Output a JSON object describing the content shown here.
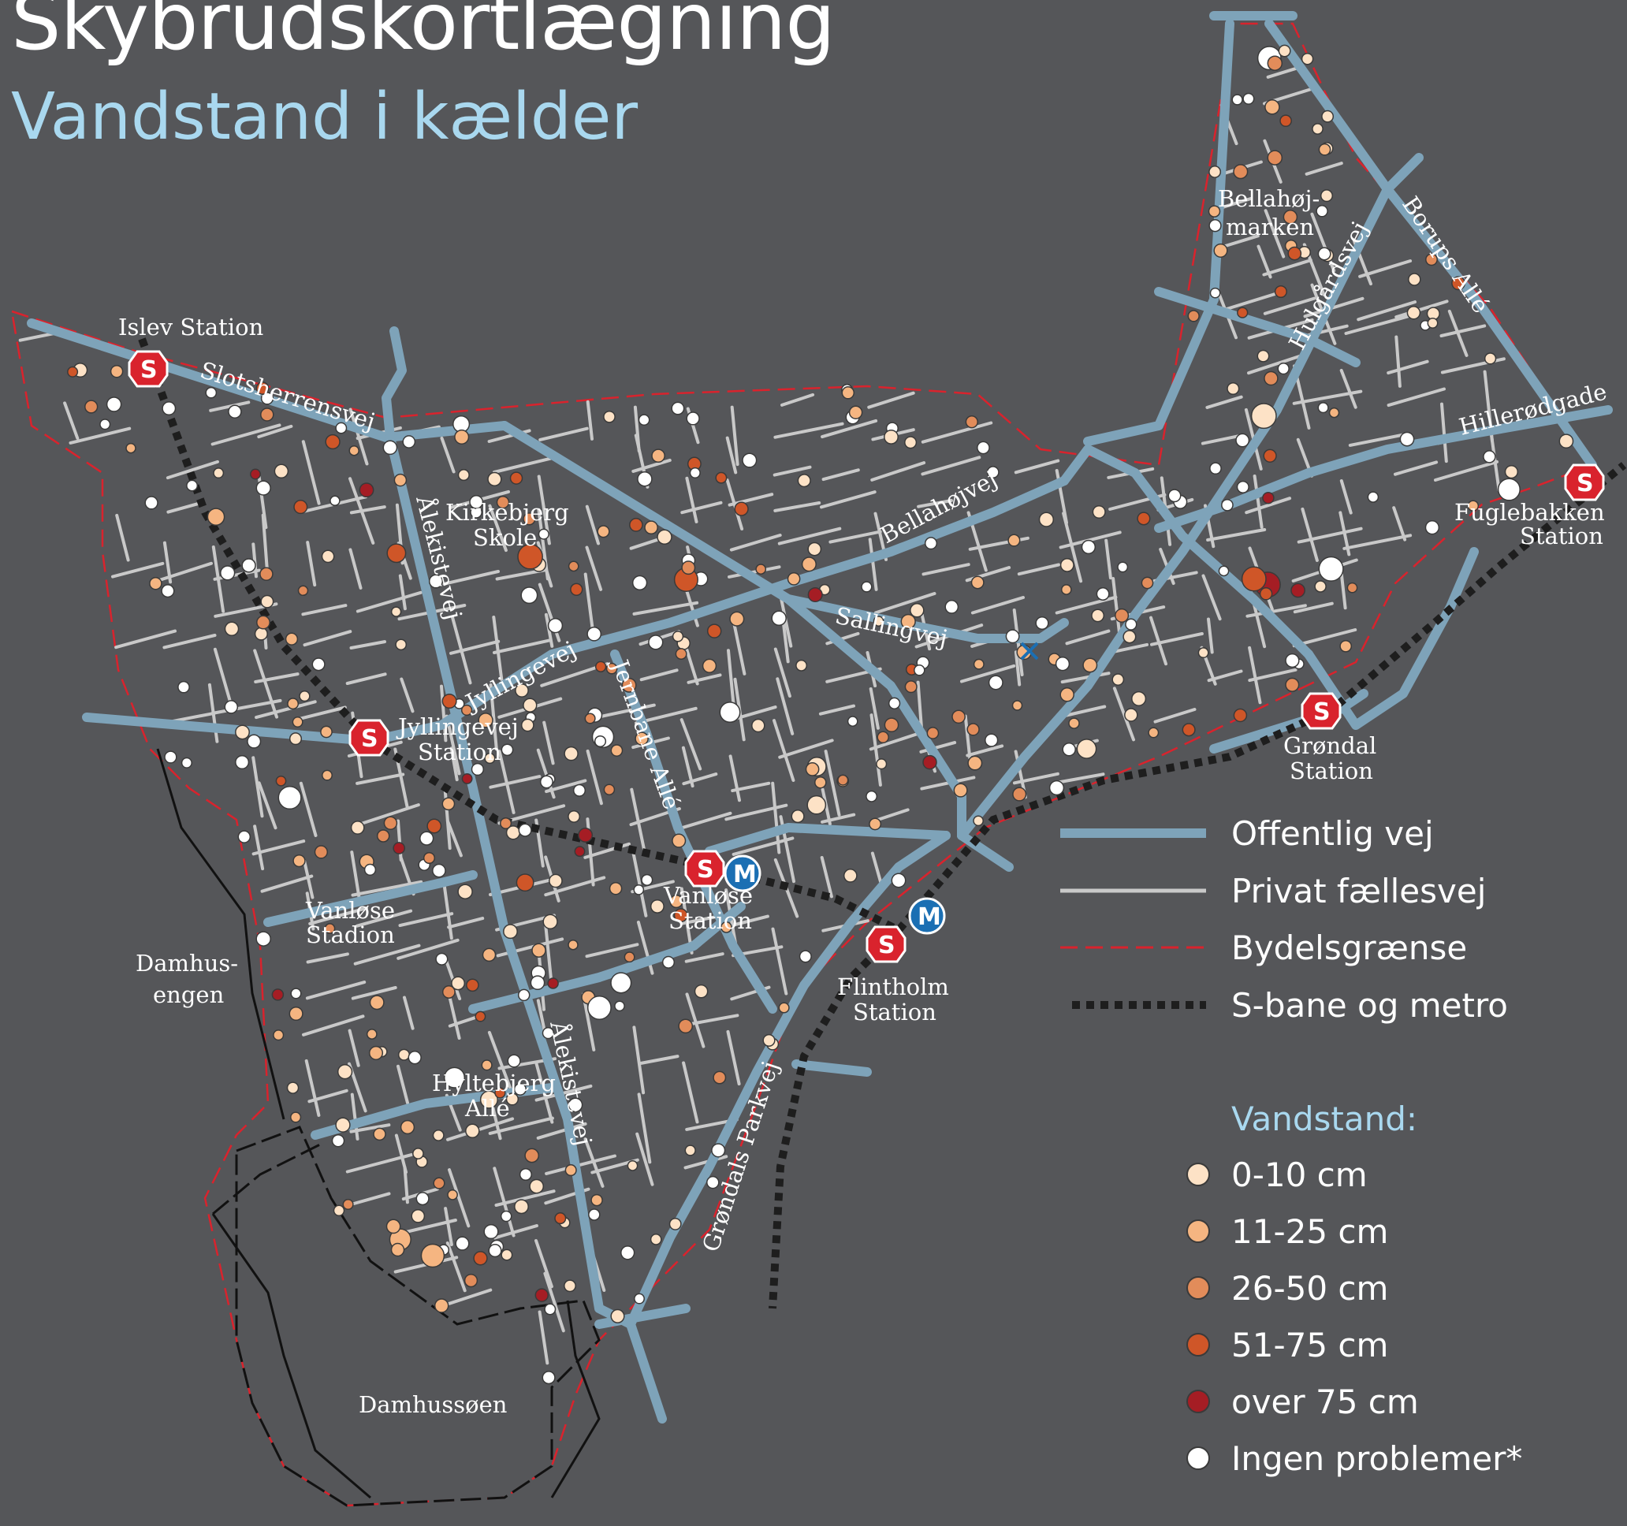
{
  "header": {
    "title": "Skybrudskortlægning",
    "subtitle": "Vandstand i kælder"
  },
  "colors": {
    "background": "#555659",
    "public_road": "#7ea3b9",
    "private_road": "#c9c9c9",
    "district_border": "#c1272d",
    "rail": "#1e1e1e",
    "s_train": "#d9232d",
    "metro": "#1b6fb3",
    "title_accent": "#a9d8ef"
  },
  "places": {
    "islev_station": "Islev Station",
    "kirkebjerg_1": "Kirkebjerg",
    "kirkebjerg_2": "Skole",
    "bellahoj_1": "Bellahøj-",
    "bellahoj_2": "marken",
    "jyllingevej_station_1": "Jyllingevej",
    "jyllingevej_station_2": "Station",
    "vanlose_stadion_1": "Vanløse",
    "vanlose_stadion_2": "Stadion",
    "vanlose_station_1": "Vanløse",
    "vanlose_station_2": "Station",
    "damhusengen_1": "Damhus-",
    "damhusengen_2": "engen",
    "flintholm_1": "Flintholm",
    "flintholm_2": "Station",
    "grondal_1": "Grøndal",
    "grondal_2": "Station",
    "fuglebakken_1": "Fuglebakken",
    "fuglebakken_2": "Station",
    "hyltebjerg_1": "Hyltebjerg",
    "hyltebjerg_2": "Allé",
    "damhussoen": "Damhussøen"
  },
  "streets": {
    "slotsherrensvej": "Slotsherrensvej",
    "alekistevej_north": "Ålekistevej",
    "alekistevej_south": "Ålekistevej",
    "jyllingevej": "Jyllingevej",
    "jernbane_alle": "Jernbane Allé",
    "sallingvej": "Sallingvej",
    "bellahojvej": "Bellahøjvej",
    "hulgardsvej": "Hulgårdsvej",
    "borups_alle": "Borups Allé",
    "hillerodgade": "Hillerødgade",
    "grondals_parkvej": "Grøndals Parkvej"
  },
  "station_symbols": {
    "s_train": "S",
    "metro": "M"
  },
  "legend": {
    "roads": [
      {
        "label": "Offentlig vej",
        "style": "public"
      },
      {
        "label": "Privat fællesvej",
        "style": "private"
      },
      {
        "label": "Bydelsgrænse",
        "style": "border"
      },
      {
        "label": "S-bane og metro",
        "style": "rail"
      }
    ],
    "water_level_title": "Vandstand:",
    "water_levels": [
      {
        "label": "0-10 cm",
        "color": "#fde2c6"
      },
      {
        "label": "11-25 cm",
        "color": "#f5b581"
      },
      {
        "label": "26-50 cm",
        "color": "#e28c5a"
      },
      {
        "label": "51-75 cm",
        "color": "#cf5628"
      },
      {
        "label": "over 75 cm",
        "color": "#a51d24"
      },
      {
        "label": "Ingen problemer*",
        "color": "#ffffff"
      }
    ]
  }
}
